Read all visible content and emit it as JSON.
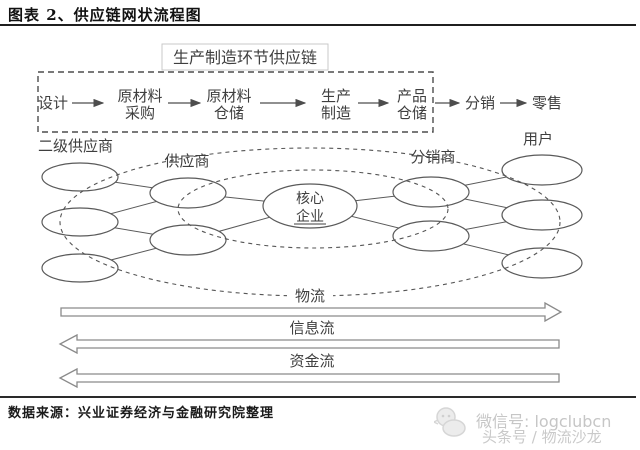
{
  "header": {
    "title": "图表 2、供应链网状流程图"
  },
  "production_chain": {
    "label": "生产制造环节供应链",
    "steps": [
      {
        "line1": "设计",
        "line2": ""
      },
      {
        "line1": "原材料",
        "line2": "采购"
      },
      {
        "line1": "原材料",
        "line2": "仓储"
      },
      {
        "line1": "生产",
        "line2": "制造"
      },
      {
        "line1": "产品",
        "line2": "仓储"
      },
      {
        "line1": "分销",
        "line2": ""
      },
      {
        "line1": "零售",
        "line2": ""
      }
    ]
  },
  "network": {
    "tier2_suppliers_label": "二级供应商",
    "suppliers_label": "供应商",
    "core_enterprise_line1": "核心",
    "core_enterprise_line2": "企业",
    "distributors_label": "分销商",
    "users_label": "用户",
    "logistics_label": "物流"
  },
  "bottom_flows": {
    "information_flow_label": "信息流",
    "capital_flow_label": "资金流"
  },
  "footer": {
    "source": "数据来源：兴业证券经济与金融研究院整理"
  },
  "watermark": {
    "wechat": "微信号: logclubcn",
    "toutiao": "头条号 / 物流沙龙"
  },
  "colors": {
    "diagram_line": "#5a5a5a",
    "diagram_text": "#3f3f3f",
    "muted_label": "#8a8a8a",
    "rule": "#1f1f1f",
    "watermark_gray": "#c6c6c6"
  }
}
